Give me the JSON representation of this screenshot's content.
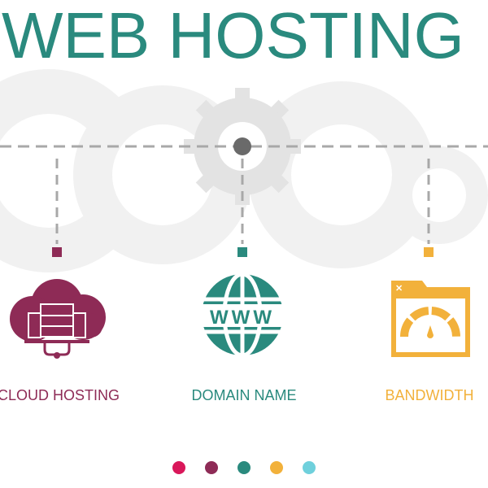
{
  "title": "WEB HOSTING",
  "items": [
    {
      "label": "CLOUD HOSTING",
      "icon": "cloud-server-icon",
      "color": "#8e2b56"
    },
    {
      "label": "DOMAIN NAME",
      "icon": "www-globe-icon",
      "color": "#2a8a7e"
    },
    {
      "label": "BANDWIDTH",
      "icon": "speedometer-window-icon",
      "color": "#f2b13b"
    }
  ],
  "pagination_colors": [
    "#d9175a",
    "#8e2b56",
    "#2a8a7e",
    "#f2b13b",
    "#6fd0dc"
  ]
}
